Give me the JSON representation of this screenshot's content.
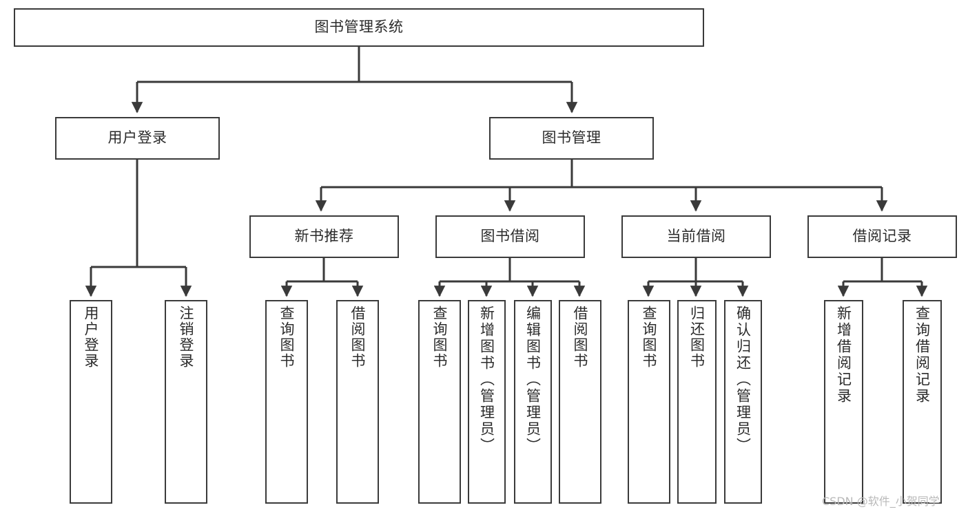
{
  "diagram": {
    "title": "图书管理系统",
    "type": "tree-hierarchy",
    "watermark": "CSDN @软件_小贺同学",
    "colors": {
      "box_border": "#3a3a3a",
      "box_fill": "#ffffff",
      "connector": "#3a3a3a",
      "text": "#2b2b2b",
      "watermark": "#b9b9b9",
      "background": "#ffffff"
    },
    "levels": {
      "root": {
        "label": "图书管理系统"
      },
      "level1": [
        {
          "id": "user-login",
          "label": "用户登录"
        },
        {
          "id": "book-management",
          "label": "图书管理"
        }
      ],
      "level2": [
        {
          "id": "new-book-recommend",
          "label": "新书推荐",
          "parent": "book-management"
        },
        {
          "id": "book-borrow",
          "label": "图书借阅",
          "parent": "book-management"
        },
        {
          "id": "current-borrow",
          "label": "当前借阅",
          "parent": "book-management"
        },
        {
          "id": "borrow-record",
          "label": "借阅记录",
          "parent": "book-management"
        }
      ],
      "leaves": {
        "user-login": [
          {
            "id": "leaf-user-login",
            "label": "用户登录"
          },
          {
            "id": "leaf-user-logout",
            "label": "注销登录"
          }
        ],
        "new-book-recommend": [
          {
            "id": "leaf-query-book-1",
            "label": "查询图书"
          },
          {
            "id": "leaf-borrow-book-1",
            "label": "借阅图书"
          }
        ],
        "book-borrow": [
          {
            "id": "leaf-query-book-2",
            "label": "查询图书"
          },
          {
            "id": "leaf-add-book",
            "label": "新增图书（管理员）"
          },
          {
            "id": "leaf-edit-book",
            "label": "编辑图书（管理员）"
          },
          {
            "id": "leaf-borrow-book-2",
            "label": "借阅图书"
          }
        ],
        "current-borrow": [
          {
            "id": "leaf-query-book-3",
            "label": "查询图书"
          },
          {
            "id": "leaf-return-book",
            "label": "归还图书"
          },
          {
            "id": "leaf-confirm-return",
            "label": "确认归还（管理员）"
          }
        ],
        "borrow-record": [
          {
            "id": "leaf-add-record",
            "label": "新增借阅记录"
          },
          {
            "id": "leaf-query-record",
            "label": "查询借阅记录"
          }
        ]
      }
    }
  }
}
